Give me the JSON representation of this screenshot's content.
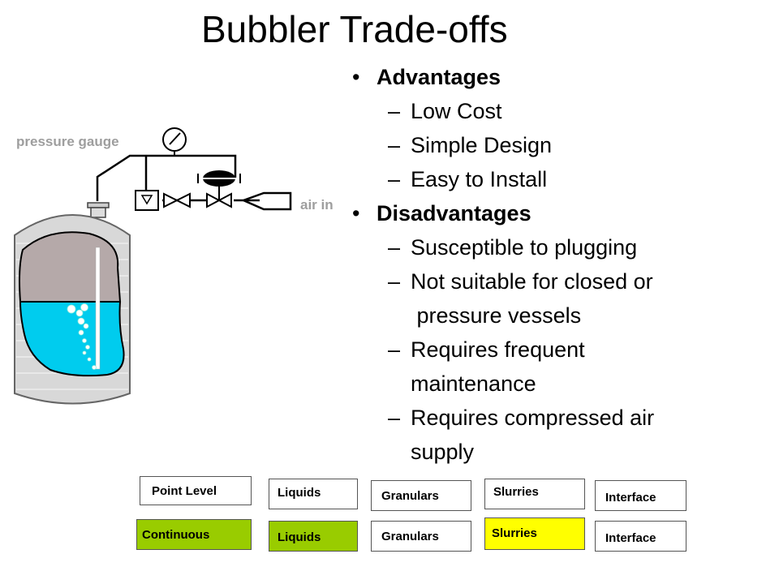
{
  "slide": {
    "title": "Bubbler Trade-offs"
  },
  "bullets": {
    "advantages_heading": "Advantages",
    "advantages": [
      "Low Cost",
      "Simple Design",
      "Easy to Install"
    ],
    "disadvantages_heading": "Disadvantages",
    "disadvantages": [
      {
        "line1": "Susceptible to plugging",
        "line2": ""
      },
      {
        "line1": "Not suitable for closed or",
        "line2": " pressure vessels"
      },
      {
        "line1": "Requires frequent",
        "line2": "maintenance"
      },
      {
        "line1": "Requires compressed air",
        "line2": "supply"
      }
    ],
    "bullet_glyph": "•",
    "dash_glyph": "–"
  },
  "diagram": {
    "pressure_gauge_label": "pressure gauge",
    "air_in_label": "air in",
    "liquid_color": "#00ccee",
    "solid_color": "#b5a9a9"
  },
  "categories": {
    "row1": [
      "Point Level",
      "Liquids",
      "Granulars",
      "Slurries",
      "Interface"
    ],
    "row2": [
      "Continuous",
      "Liquids",
      "Granulars",
      "Slurries",
      "Interface"
    ],
    "highlight_green": "#99cc00",
    "highlight_yellow": "#ffff00"
  }
}
